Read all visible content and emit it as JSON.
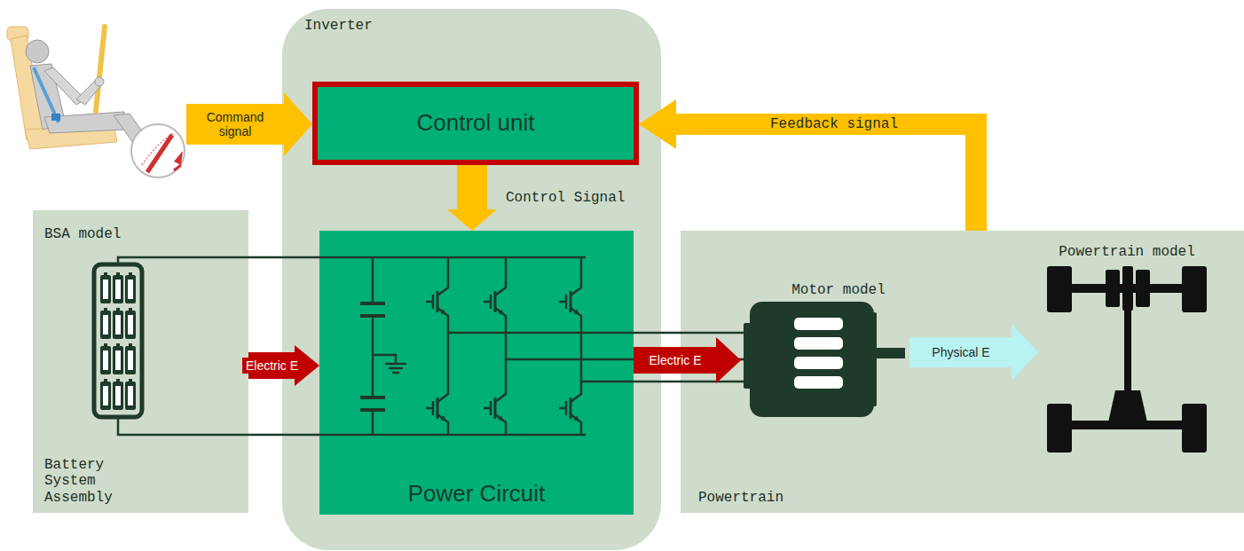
{
  "diagram": {
    "nodes": [
      {
        "text": [
          "Inverter"
        ]
      },
      {
        "text": [
          "Control unit"
        ],
        "in": 0
      },
      {
        "text": [
          "Power Circuit"
        ],
        "in": 0
      },
      {
        "text": [
          "BSA model",
          "Battery System Assembly"
        ]
      },
      {
        "text": [
          "Powertrain"
        ]
      },
      {
        "text": [
          "Motor model"
        ],
        "in": 4
      },
      {
        "text": [
          "Powertrain model"
        ],
        "in": 4
      }
    ],
    "edges": [
      {
        "from": 3,
        "to": 2,
        "arrow": "to",
        "label": "Electric E"
      },
      {
        "from": 2,
        "to": 5,
        "arrow": "to",
        "label": "Electric E"
      },
      {
        "from": 5,
        "to": 6,
        "arrow": "to",
        "label": "Physical E"
      },
      {
        "from": 1,
        "to": 2,
        "arrow": "to",
        "label": "Control Signal"
      },
      {
        "from": 4,
        "to": 1,
        "arrow": "to",
        "label": "Feedback signal"
      }
    ],
    "labels": [
      "Command signal"
    ]
  }
}
